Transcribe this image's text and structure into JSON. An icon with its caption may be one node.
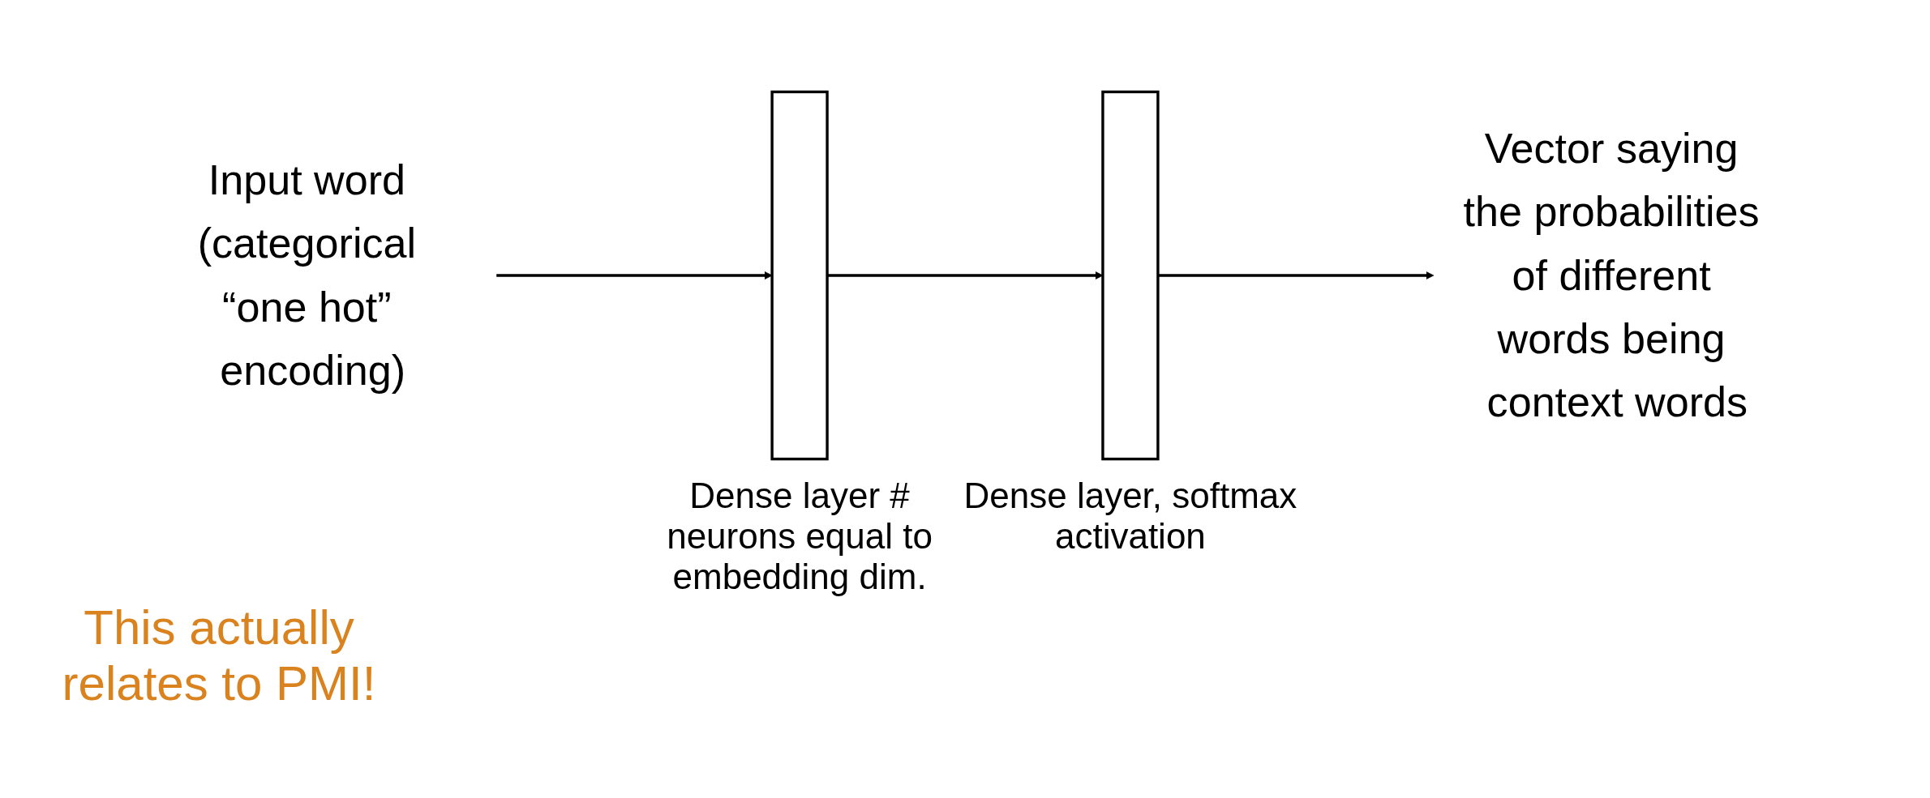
{
  "diagram": {
    "nodes": [
      {
        "text": [
          "Input word (categorical “one hot” encoding)"
        ]
      },
      {
        "text": [],
        "shape": "box",
        "beside": [
          "Dense layer # neurons equal to embedding dim."
        ]
      },
      {
        "text": [],
        "shape": "box",
        "beside": [
          "Dense layer, softmax activation"
        ]
      },
      {
        "text": [
          "Vector saying the probabilities of different words being context words"
        ]
      }
    ],
    "edges": [
      {
        "from": 0,
        "to": 1,
        "arrow": "to"
      },
      {
        "from": 1,
        "to": 2,
        "arrow": "to"
      },
      {
        "from": 2,
        "to": 3,
        "arrow": "to"
      }
    ],
    "labels": [
      "This actually relates to PMI!"
    ]
  }
}
